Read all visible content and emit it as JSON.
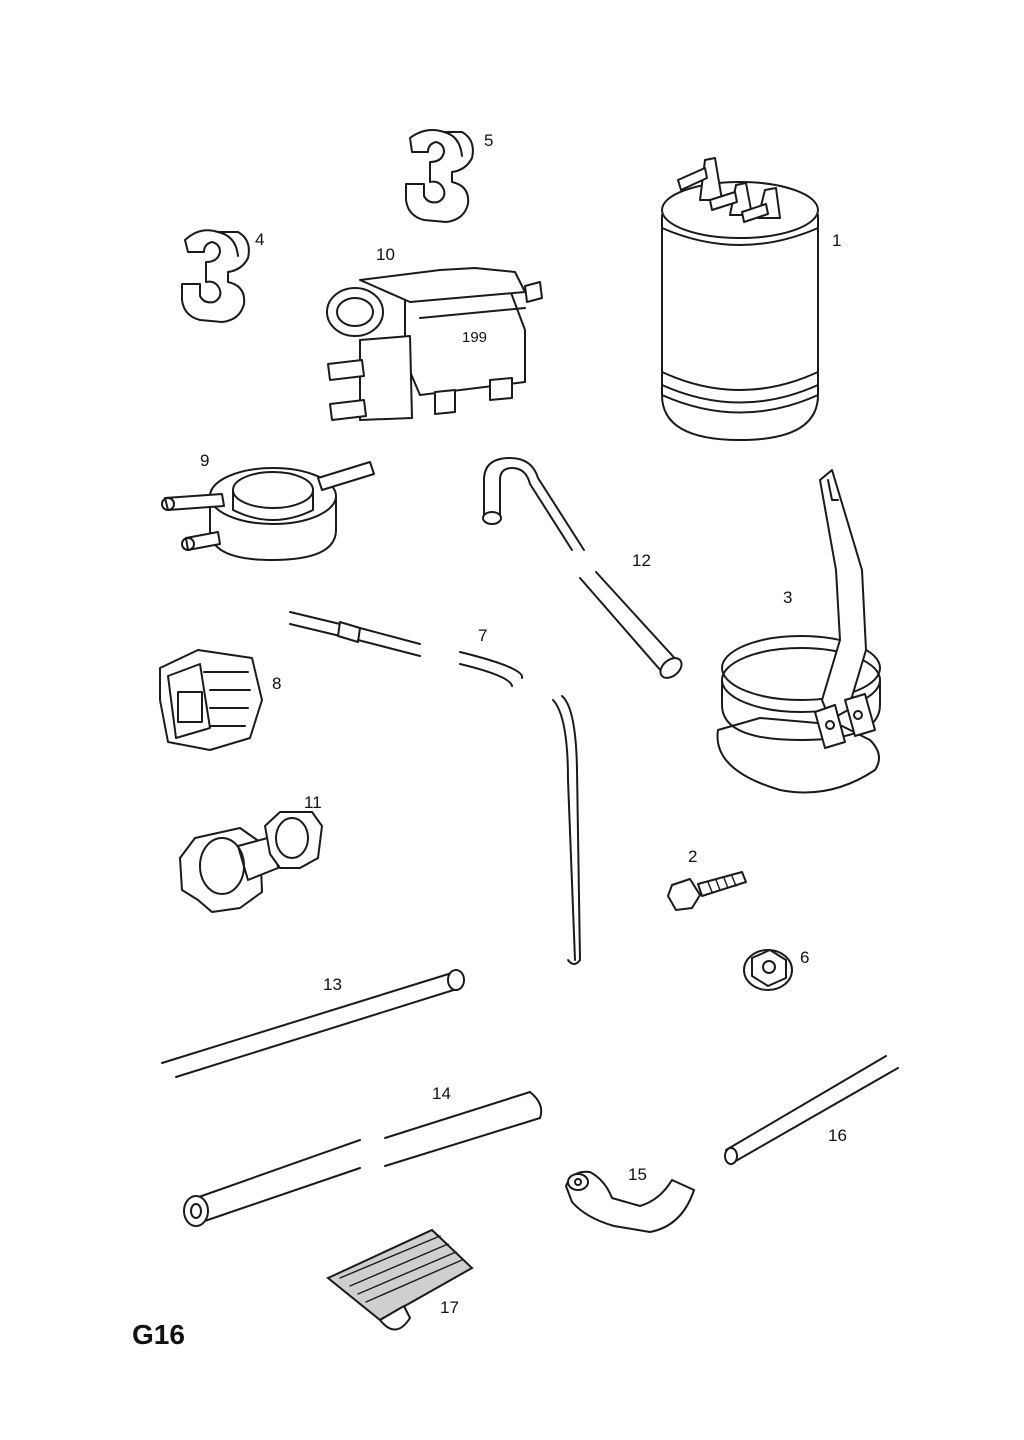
{
  "sheet_code": "G16",
  "valve_marking": "199",
  "callouts": [
    {
      "id": "p1",
      "label": "1"
    },
    {
      "id": "p2",
      "label": "2"
    },
    {
      "id": "p3",
      "label": "3"
    },
    {
      "id": "p4",
      "label": "4"
    },
    {
      "id": "p5",
      "label": "5"
    },
    {
      "id": "p6",
      "label": "6"
    },
    {
      "id": "p7",
      "label": "7"
    },
    {
      "id": "p8",
      "label": "8"
    },
    {
      "id": "p9",
      "label": "9"
    },
    {
      "id": "p10",
      "label": "10"
    },
    {
      "id": "p11",
      "label": "11"
    },
    {
      "id": "p12",
      "label": "12"
    },
    {
      "id": "p13",
      "label": "13"
    },
    {
      "id": "p14",
      "label": "14"
    },
    {
      "id": "p15",
      "label": "15"
    },
    {
      "id": "p16",
      "label": "16"
    },
    {
      "id": "p17",
      "label": "17"
    }
  ],
  "colors": {
    "line": "#1a1a1a",
    "paper": "#ffffff"
  }
}
